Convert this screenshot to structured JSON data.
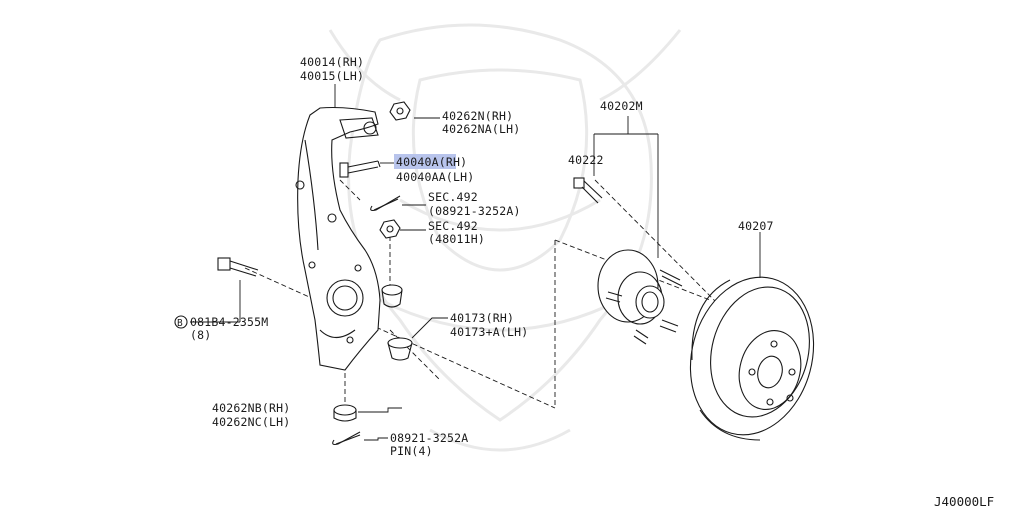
{
  "labels": {
    "knuckle_rh": "40014(RH)",
    "knuckle_lh": "40015(LH)",
    "nut_top_rh": "40262N(RH)",
    "nut_top_lh": "40262NA(LH)",
    "bolt_rh": "40040A(RH)",
    "bolt_lh": "40040AA(LH)",
    "sec492_a_1": "SEC.492",
    "sec492_a_2": "(08921-3252A)",
    "sec492_b_1": "SEC.492",
    "sec492_b_2": "(48011H)",
    "bolt_left_1": "081B4-2355M",
    "bolt_left_2": "(8)",
    "bolt_left_prefix": "B",
    "bushing_rh": "40173(RH)",
    "bushing_lh": "40173+A(LH)",
    "nut_bottom_rh": "40262NB(RH)",
    "nut_bottom_lh": "40262NC(LH)",
    "pin_1": "08921-3252A",
    "pin_2": "PIN(4)",
    "hub_assy": "40202M",
    "hub_bolt": "40222",
    "rotor": "40207"
  },
  "diagram_code": "J40000LF",
  "highlight_color": "#b8c4ec"
}
